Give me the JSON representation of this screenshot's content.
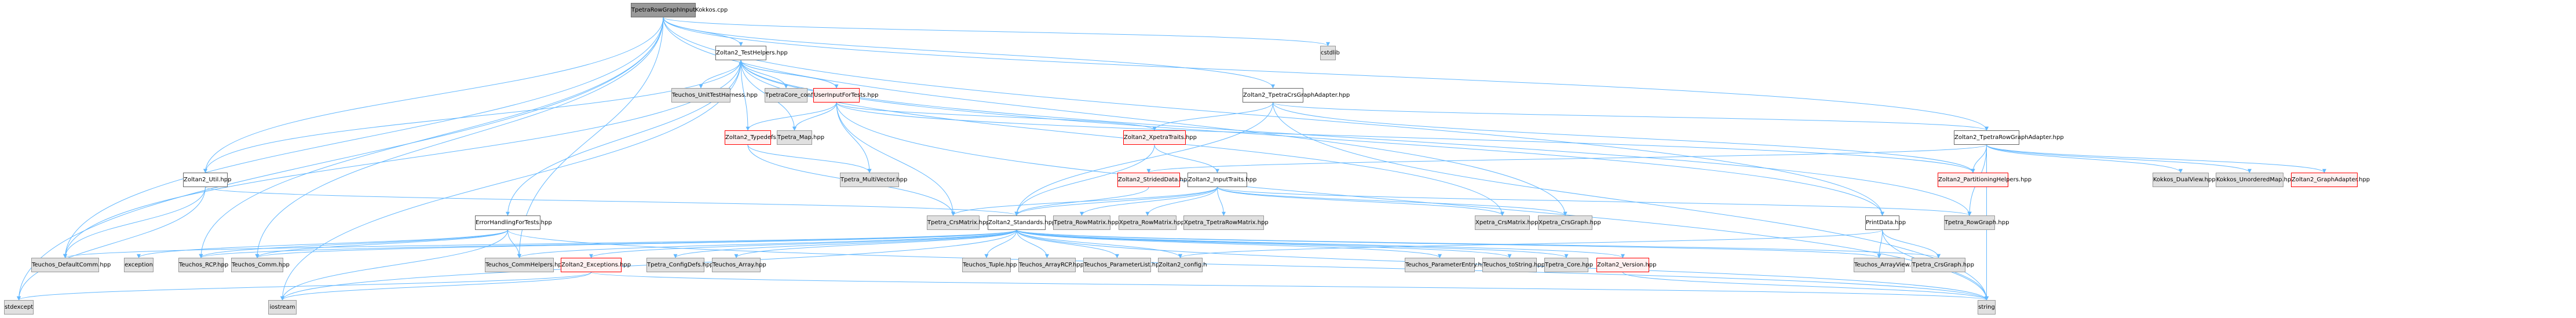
{
  "graph": {
    "title": "TpetraRowGraphInputKokkos.cpp",
    "colors": {
      "edge": "#63b8ff",
      "root_fill": "#999999",
      "documented_fill": "#ffffff",
      "external_fill": "#e0e0e0",
      "truncated_fill": "#fff0f0",
      "truncated_border": "#ff0000"
    },
    "nodes": [
      {
        "id": "root",
        "label": "TpetraRowGraphInputKokkos.cpp",
        "kind": "root"
      },
      {
        "id": "testhelpers",
        "label": "Zoltan2_TestHelpers.hpp",
        "kind": "doc"
      },
      {
        "id": "cstdlib",
        "label": "cstdlib",
        "kind": "ext"
      },
      {
        "id": "unittest",
        "label": "Teuchos_UnitTestHarness.hpp",
        "kind": "ext"
      },
      {
        "id": "tpetracoreconfig",
        "label": "TpetraCore_config.h",
        "kind": "ext"
      },
      {
        "id": "userinput",
        "label": "UserInputForTests.hpp",
        "kind": "trunc"
      },
      {
        "id": "crsgraphadapter",
        "label": "Zoltan2_TpetraCrsGraphAdapter.hpp",
        "kind": "doc"
      },
      {
        "id": "util",
        "label": "Zoltan2_Util.hpp",
        "kind": "doc"
      },
      {
        "id": "typedefs",
        "label": "Zoltan2_Typedefs.hpp",
        "kind": "trunc"
      },
      {
        "id": "tpetramap",
        "label": "Tpetra_Map.hpp",
        "kind": "ext"
      },
      {
        "id": "xpetratraits",
        "label": "Zoltan2_XpetraTraits.hpp",
        "kind": "trunc"
      },
      {
        "id": "rowgraphadapter",
        "label": "Zoltan2_TpetraRowGraphAdapter.hpp",
        "kind": "doc"
      },
      {
        "id": "errorhandling",
        "label": "ErrorHandlingForTests.hpp",
        "kind": "doc"
      },
      {
        "id": "multivector",
        "label": "Tpetra_MultiVector.hpp",
        "kind": "ext"
      },
      {
        "id": "strideddata",
        "label": "Zoltan2_StridedData.hpp",
        "kind": "trunc"
      },
      {
        "id": "inputtraits",
        "label": "Zoltan2_InputTraits.hpp",
        "kind": "doc"
      },
      {
        "id": "partitioninghelpers",
        "label": "Zoltan2_PartitioningHelpers.hpp",
        "kind": "trunc"
      },
      {
        "id": "dualview",
        "label": "Kokkos_DualView.hpp",
        "kind": "ext"
      },
      {
        "id": "unorderedmap",
        "label": "Kokkos_UnorderedMap.hpp",
        "kind": "ext"
      },
      {
        "id": "graphadapter",
        "label": "Zoltan2_GraphAdapter.hpp",
        "kind": "trunc"
      },
      {
        "id": "tpetracrsmatrix",
        "label": "Tpetra_CrsMatrix.hpp",
        "kind": "ext"
      },
      {
        "id": "standards",
        "label": "Zoltan2_Standards.hpp",
        "kind": "doc"
      },
      {
        "id": "tpetrarowmatrix",
        "label": "Tpetra_RowMatrix.hpp",
        "kind": "ext"
      },
      {
        "id": "xpetrarowmatrix",
        "label": "Xpetra_RowMatrix.hpp",
        "kind": "ext"
      },
      {
        "id": "xpetratpetrarowmatrix",
        "label": "Xpetra_TpetraRowMatrix.hpp",
        "kind": "ext"
      },
      {
        "id": "xpetracrsmatrix",
        "label": "Xpetra_CrsMatrix.hpp",
        "kind": "ext"
      },
      {
        "id": "xpetracrsgraph",
        "label": "Xpetra_CrsGraph.hpp",
        "kind": "ext"
      },
      {
        "id": "printdata",
        "label": "PrintData.hpp",
        "kind": "doc"
      },
      {
        "id": "tpetrarowgraph",
        "label": "Tpetra_RowGraph.hpp",
        "kind": "ext"
      },
      {
        "id": "defaultcomm",
        "label": "Teuchos_DefaultComm.hpp",
        "kind": "ext"
      },
      {
        "id": "exception",
        "label": "exception",
        "kind": "ext"
      },
      {
        "id": "rcp",
        "label": "Teuchos_RCP.hpp",
        "kind": "ext"
      },
      {
        "id": "comm",
        "label": "Teuchos_Comm.hpp",
        "kind": "ext"
      },
      {
        "id": "commhelpers",
        "label": "Teuchos_CommHelpers.hpp",
        "kind": "ext"
      },
      {
        "id": "exceptions",
        "label": "Zoltan2_Exceptions.hpp",
        "kind": "trunc"
      },
      {
        "id": "configdefs",
        "label": "Tpetra_ConfigDefs.hpp",
        "kind": "ext"
      },
      {
        "id": "array",
        "label": "Teuchos_Array.hpp",
        "kind": "ext"
      },
      {
        "id": "tuple",
        "label": "Teuchos_Tuple.hpp",
        "kind": "ext"
      },
      {
        "id": "arrayrcp",
        "label": "Teuchos_ArrayRCP.hpp",
        "kind": "ext"
      },
      {
        "id": "parameterlist",
        "label": "Teuchos_ParameterList.hpp",
        "kind": "ext"
      },
      {
        "id": "zconfig",
        "label": "Zoltan2_config.h",
        "kind": "ext"
      },
      {
        "id": "parameterentry",
        "label": "Teuchos_ParameterEntry.hpp",
        "kind": "ext"
      },
      {
        "id": "tostring",
        "label": "Teuchos_toString.hpp",
        "kind": "ext"
      },
      {
        "id": "tpetracore",
        "label": "Tpetra_Core.hpp",
        "kind": "ext"
      },
      {
        "id": "version",
        "label": "Zoltan2_Version.hpp",
        "kind": "trunc"
      },
      {
        "id": "arrayview",
        "label": "Teuchos_ArrayView.hpp",
        "kind": "ext"
      },
      {
        "id": "tpetracrsgraph",
        "label": "Tpetra_CrsGraph.hpp",
        "kind": "ext"
      },
      {
        "id": "stdexcept",
        "label": "stdexcept",
        "kind": "ext"
      },
      {
        "id": "iostream",
        "label": "iostream",
        "kind": "ext"
      },
      {
        "id": "string",
        "label": "string",
        "kind": "ext"
      }
    ],
    "edges": [
      [
        "root",
        "testhelpers"
      ],
      [
        "root",
        "cstdlib"
      ],
      [
        "root",
        "crsgraphadapter"
      ],
      [
        "root",
        "rowgraphadapter"
      ],
      [
        "root",
        "util"
      ],
      [
        "root",
        "defaultcomm"
      ],
      [
        "root",
        "stdexcept"
      ],
      [
        "root",
        "rcp"
      ],
      [
        "root",
        "comm"
      ],
      [
        "root",
        "commhelpers"
      ],
      [
        "root",
        "printdata"
      ],
      [
        "root",
        "xpetracrsgraph"
      ],
      [
        "testhelpers",
        "unittest"
      ],
      [
        "testhelpers",
        "tpetracoreconfig"
      ],
      [
        "testhelpers",
        "userinput"
      ],
      [
        "testhelpers",
        "tpetramap"
      ],
      [
        "testhelpers",
        "util"
      ],
      [
        "testhelpers",
        "errorhandling"
      ],
      [
        "testhelpers",
        "defaultcomm"
      ],
      [
        "testhelpers",
        "iostream"
      ],
      [
        "testhelpers",
        "printdata"
      ],
      [
        "testhelpers",
        "xpetracrsmatrix"
      ],
      [
        "testhelpers",
        "tpetrarowgraph"
      ],
      [
        "userinput",
        "testhelpers"
      ],
      [
        "userinput",
        "typedefs"
      ],
      [
        "userinput",
        "tpetramap"
      ],
      [
        "userinput",
        "multivector"
      ],
      [
        "userinput",
        "xpetratraits"
      ],
      [
        "userinput",
        "tpetracrsmatrix"
      ],
      [
        "userinput",
        "partitioninghelpers"
      ],
      [
        "userinput",
        "string"
      ],
      [
        "typedefs",
        "testhelpers"
      ],
      [
        "typedefs",
        "multivector"
      ],
      [
        "typedefs",
        "tpetracrsmatrix"
      ],
      [
        "crsgraphadapter",
        "xpetratraits"
      ],
      [
        "crsgraphadapter",
        "standards"
      ],
      [
        "crsgraphadapter",
        "rowgraphadapter"
      ],
      [
        "crsgraphadapter",
        "partitioninghelpers"
      ],
      [
        "crsgraphadapter",
        "string"
      ],
      [
        "util",
        "standards"
      ],
      [
        "util",
        "defaultcomm"
      ],
      [
        "util",
        "stdexcept"
      ],
      [
        "xpetratraits",
        "standards"
      ],
      [
        "xpetratraits",
        "inputtraits"
      ],
      [
        "rowgraphadapter",
        "strideddata"
      ],
      [
        "rowgraphadapter",
        "partitioninghelpers"
      ],
      [
        "rowgraphadapter",
        "dualview"
      ],
      [
        "rowgraphadapter",
        "unorderedmap"
      ],
      [
        "rowgraphadapter",
        "graphadapter"
      ],
      [
        "rowgraphadapter",
        "tpetrarowgraph"
      ],
      [
        "rowgraphadapter",
        "string"
      ],
      [
        "errorhandling",
        "rcp"
      ],
      [
        "errorhandling",
        "comm"
      ],
      [
        "errorhandling",
        "commhelpers"
      ],
      [
        "errorhandling",
        "exception"
      ],
      [
        "errorhandling",
        "iostream"
      ],
      [
        "errorhandling",
        "string"
      ],
      [
        "strideddata",
        "standards"
      ],
      [
        "inputtraits",
        "standards"
      ],
      [
        "inputtraits",
        "tpetracrsmatrix"
      ],
      [
        "inputtraits",
        "tpetrarowmatrix"
      ],
      [
        "inputtraits",
        "xpetrarowmatrix"
      ],
      [
        "inputtraits",
        "xpetratpetrarowmatrix"
      ],
      [
        "inputtraits",
        "xpetracrsmatrix"
      ],
      [
        "inputtraits",
        "xpetracrsgraph"
      ],
      [
        "inputtraits",
        "tpetrarowgraph"
      ],
      [
        "standards",
        "defaultcomm"
      ],
      [
        "standards",
        "rcp"
      ],
      [
        "standards",
        "comm"
      ],
      [
        "standards",
        "commhelpers"
      ],
      [
        "standards",
        "exceptions"
      ],
      [
        "standards",
        "configdefs"
      ],
      [
        "standards",
        "array"
      ],
      [
        "standards",
        "tuple"
      ],
      [
        "standards",
        "arrayrcp"
      ],
      [
        "standards",
        "parameterlist"
      ],
      [
        "standards",
        "zconfig"
      ],
      [
        "standards",
        "parameterentry"
      ],
      [
        "standards",
        "tostring"
      ],
      [
        "standards",
        "tpetracore"
      ],
      [
        "standards",
        "version"
      ],
      [
        "standards",
        "arrayview"
      ],
      [
        "standards",
        "tpetracrsgraph"
      ],
      [
        "standards",
        "iostream"
      ],
      [
        "standards",
        "string"
      ],
      [
        "exceptions",
        "stdexcept"
      ],
      [
        "exceptions",
        "iostream"
      ],
      [
        "exceptions",
        "string"
      ],
      [
        "version",
        "string"
      ],
      [
        "printdata",
        "zconfig"
      ],
      [
        "printdata",
        "arrayview"
      ],
      [
        "printdata",
        "tpetracrsgraph"
      ],
      [
        "printdata",
        "string"
      ]
    ]
  }
}
